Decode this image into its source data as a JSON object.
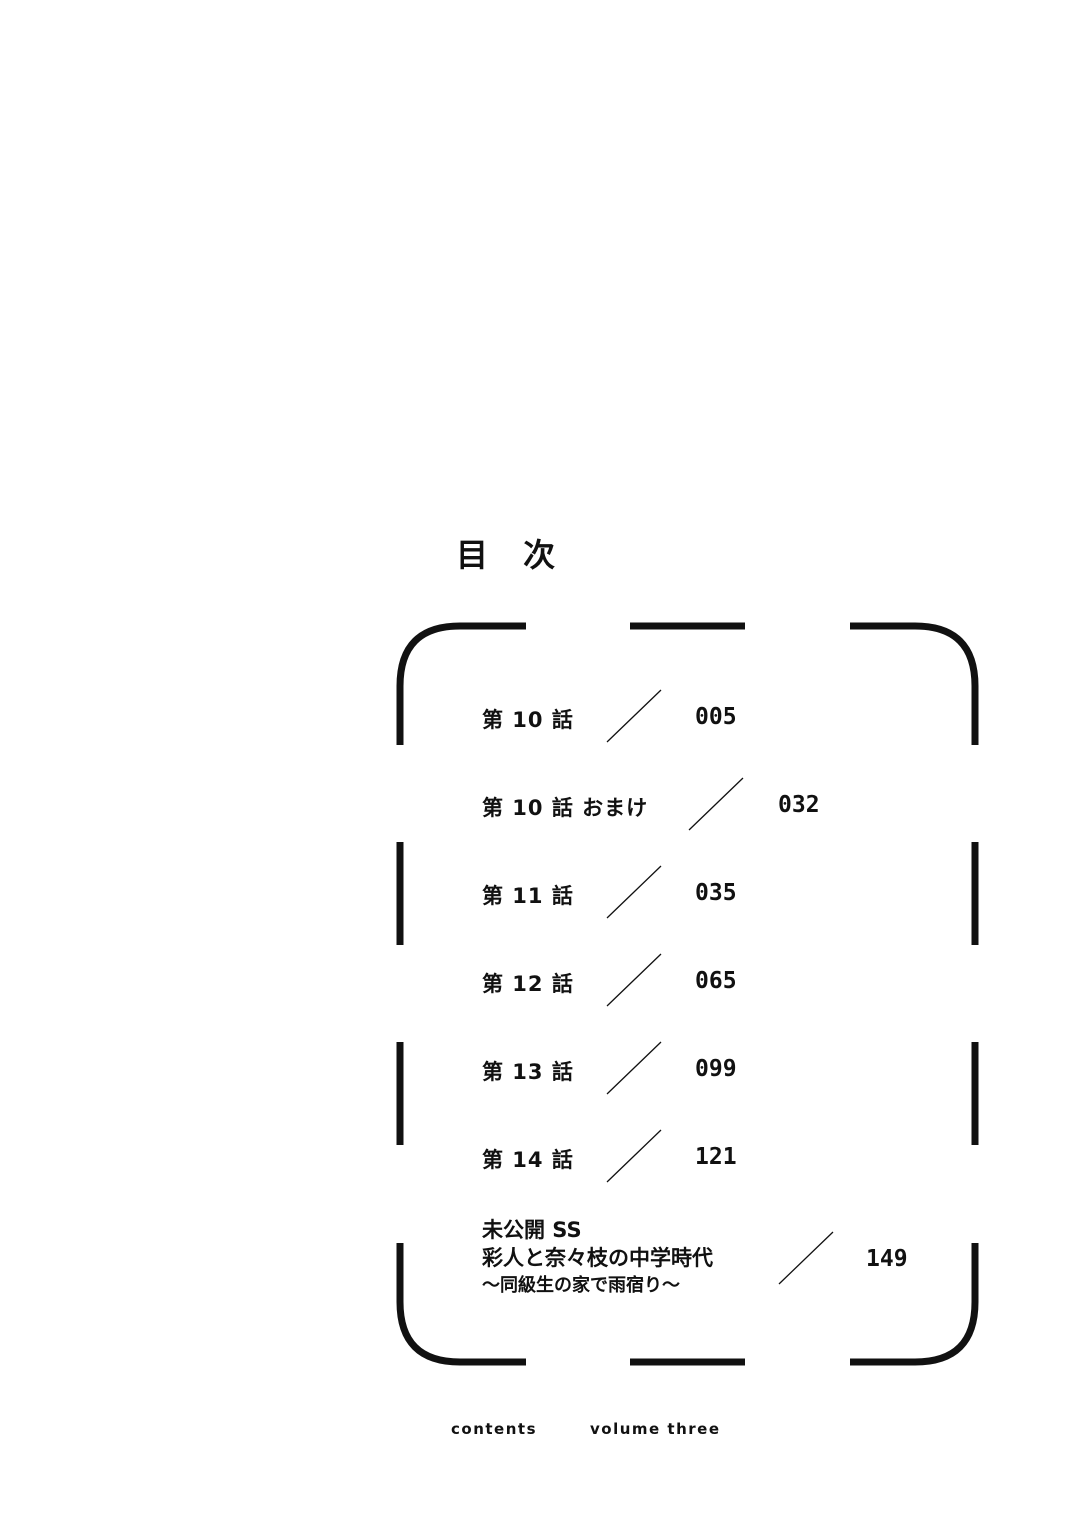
{
  "toc": {
    "title": "目 次",
    "entries": [
      {
        "label": "第 10 話",
        "page": "005"
      },
      {
        "label": "第 10 話 おまけ",
        "page": "032"
      },
      {
        "label": "第 11 話",
        "page": "035"
      },
      {
        "label": "第 12 話",
        "page": "065"
      },
      {
        "label": "第 13 話",
        "page": "099"
      },
      {
        "label": "第 14 話",
        "page": "121"
      }
    ],
    "special": {
      "line1": "未公開 SS",
      "line2": "彩人と奈々枝の中学時代",
      "line3": "〜同級生の家で雨宿り〜",
      "page": "149"
    }
  },
  "footer": {
    "left": "contents",
    "right": "volume three"
  }
}
